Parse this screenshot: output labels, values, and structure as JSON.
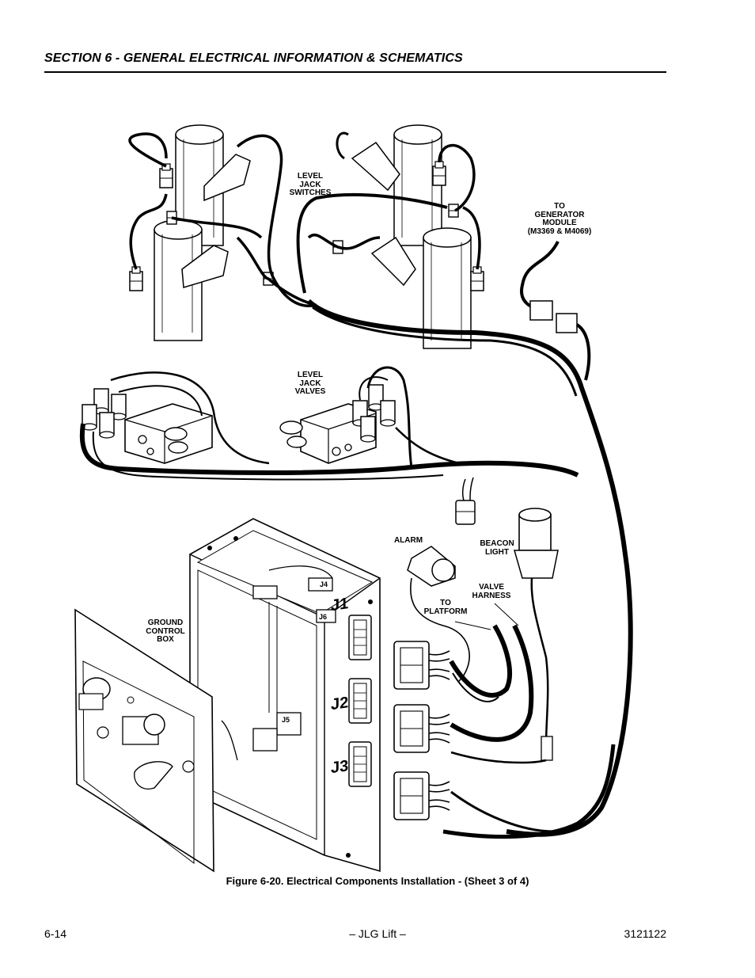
{
  "header": {
    "title": "SECTION 6 - GENERAL ELECTRICAL INFORMATION & SCHEMATICS"
  },
  "diagram": {
    "labels": {
      "level_jack_switches": "LEVEL\nJACK\nSWITCHES",
      "to_generator_module": "TO\nGENERATOR\nMODULE\n(M3369 & M4069)",
      "level_jack_valves": "LEVEL\nJACK\nVALVES",
      "alarm": "ALARM",
      "beacon_light": "BEACON\nLIGHT",
      "valve_harness": "VALVE\nHARNESS",
      "to_platform": "TO\nPLATFORM",
      "ground_control_box": "GROUND\nCONTROL\nBOX"
    },
    "connectors": {
      "j1": "J1",
      "j2": "J2",
      "j3": "J3",
      "j4": "J4",
      "j5": "J5",
      "j6": "J6"
    }
  },
  "caption": "Figure 6-20.  Electrical Components Installation - (Sheet 3 of 4)",
  "footer": {
    "page_number": "6-14",
    "center": "– JLG Lift –",
    "doc_number": "3121122"
  }
}
